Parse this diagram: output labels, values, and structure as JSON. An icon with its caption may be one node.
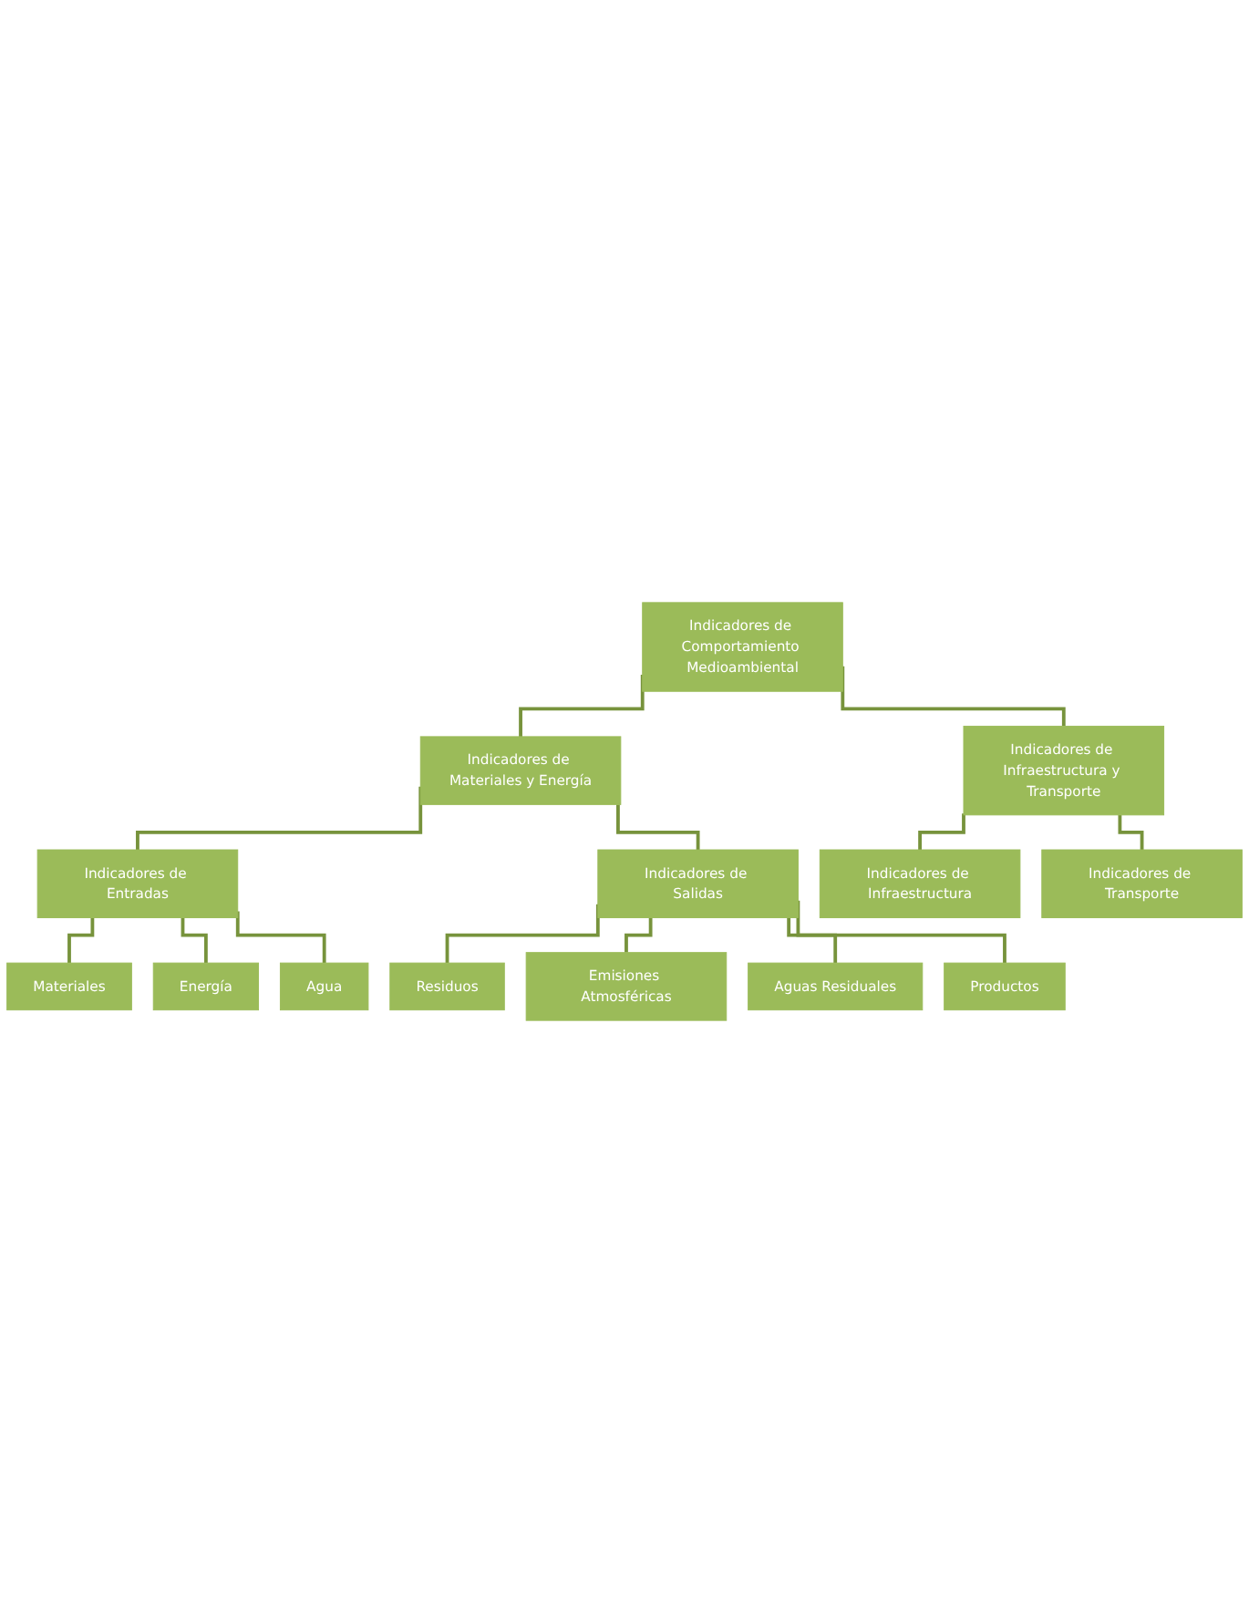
{
  "diagram": {
    "nodes": [
      {
        "text": [
          "Indicadores de Comportamiento Medioambiental"
        ]
      },
      {
        "text": [
          "Indicadores de Materiales y Energía"
        ]
      },
      {
        "text": [
          "Indicadores de Infraestructura y Transporte"
        ]
      },
      {
        "text": [
          "Indicadores de Entradas"
        ]
      },
      {
        "text": [
          "Indicadores de Salidas"
        ]
      },
      {
        "text": [
          "Materiales"
        ]
      },
      {
        "text": [
          "Energía"
        ]
      },
      {
        "text": [
          "Agua"
        ]
      },
      {
        "text": [
          "Residuos"
        ]
      },
      {
        "text": [
          "Emisiones Atmosféricas"
        ]
      },
      {
        "text": [
          "Aguas Residuales"
        ]
      },
      {
        "text": [
          "Productos"
        ]
      },
      {
        "text": [
          "Indicadores de Infraestructura"
        ]
      },
      {
        "text": [
          "Indicadores de Transporte"
        ]
      }
    ],
    "edges": [
      {
        "from": 0,
        "to": 1,
        "arrow": "none"
      },
      {
        "from": 0,
        "to": 2,
        "arrow": "none"
      },
      {
        "from": 1,
        "to": 3,
        "arrow": "none"
      },
      {
        "from": 1,
        "to": 4,
        "arrow": "none"
      },
      {
        "from": 3,
        "to": 5,
        "arrow": "none"
      },
      {
        "from": 3,
        "to": 6,
        "arrow": "none"
      },
      {
        "from": 3,
        "to": 7,
        "arrow": "none"
      },
      {
        "from": 4,
        "to": 8,
        "arrow": "none"
      },
      {
        "from": 4,
        "to": 9,
        "arrow": "none"
      },
      {
        "from": 4,
        "to": 10,
        "arrow": "none"
      },
      {
        "from": 4,
        "to": 11,
        "arrow": "none"
      },
      {
        "from": 2,
        "to": 12,
        "arrow": "none"
      },
      {
        "from": 2,
        "to": 13,
        "arrow": "none"
      }
    ]
  }
}
